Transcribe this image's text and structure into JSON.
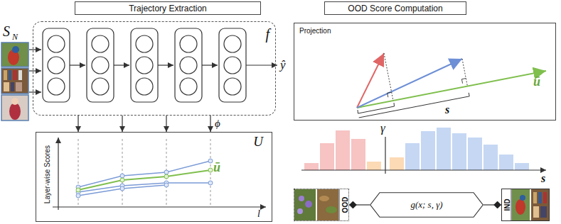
{
  "diagram": {
    "nodes": [
      {
        "text": [
          "Trajectory Extraction"
        ]
      },
      {
        "text": [
          "f"
        ]
      },
      {
        "text": [
          "U"
        ]
      },
      {
        "text": [
          "OOD Score Computation"
        ]
      },
      {
        "text": [
          "Projection"
        ]
      },
      {
        "text": [
          "OOD"
        ]
      },
      {
        "text": [
          "g(x; s, γ)"
        ]
      },
      {
        "text": [
          "IND"
        ]
      }
    ],
    "edges": [
      {
        "from": 1,
        "to": 2,
        "arrow": "to"
      },
      {
        "from": 1,
        "to": 2,
        "arrow": "to"
      },
      {
        "from": 1,
        "to": 2,
        "arrow": "to"
      },
      {
        "from": 1,
        "to": 2,
        "arrow": "to",
        "label": "ϕ"
      },
      {
        "from": 6,
        "to": 5,
        "arrow": "to"
      },
      {
        "from": 6,
        "to": 7,
        "arrow": "to"
      }
    ],
    "labels": [
      "S",
      "N",
      "ŷ",
      "Layer-wise Scores",
      "l",
      "ū",
      "ū",
      "s",
      "γ",
      "s"
    ]
  }
}
